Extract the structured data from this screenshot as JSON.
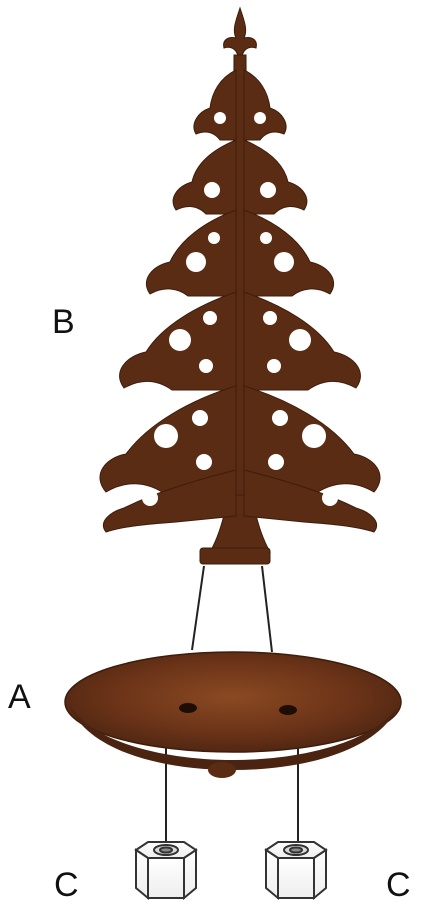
{
  "labels": {
    "b": "B",
    "a": "A",
    "c_left": "C",
    "c_right": "C"
  },
  "parts": {
    "tree": "tree-icon",
    "base_disc": "disc-icon",
    "nut": "hex-nut-icon"
  },
  "colors": {
    "rust_dark": "#4a2410",
    "rust_mid": "#6b3318",
    "rust_light": "#8a4a22",
    "line": "#222222",
    "nut_stroke": "#333333"
  }
}
